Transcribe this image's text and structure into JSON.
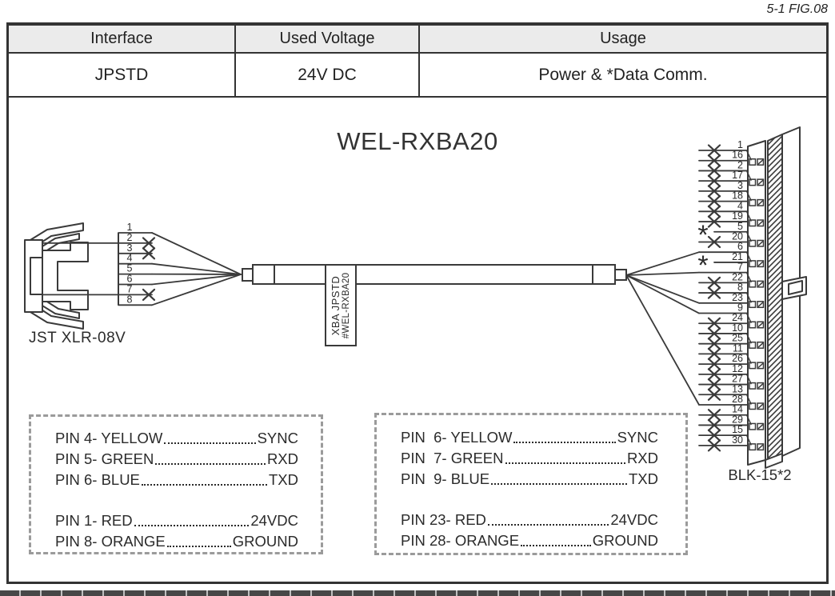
{
  "fig_label": "5-1 FIG.08",
  "header_table": {
    "columns": [
      "Interface",
      "Used Voltage",
      "Usage"
    ],
    "values": [
      "JPSTD",
      "24V DC",
      "Power & *Data Comm."
    ]
  },
  "title": "WEL-RXBA20",
  "left_connector": {
    "label": "JST XLR-08V",
    "pins": [
      {
        "n": "1",
        "state": "connected"
      },
      {
        "n": "2",
        "state": "nc"
      },
      {
        "n": "3",
        "state": "nc"
      },
      {
        "n": "4",
        "state": "connected"
      },
      {
        "n": "5",
        "state": "connected"
      },
      {
        "n": "6",
        "state": "connected"
      },
      {
        "n": "7",
        "state": "nc"
      },
      {
        "n": "8",
        "state": "connected"
      }
    ]
  },
  "cable_label": {
    "line1": "XBA JPSTD",
    "line2": "#WEL-RXBA20"
  },
  "right_connector": {
    "label": "BLK-15*2",
    "pins": [
      {
        "n": "1",
        "state": "nc"
      },
      {
        "n": "16",
        "state": "nc"
      },
      {
        "n": "2",
        "state": "nc"
      },
      {
        "n": "17",
        "state": "nc"
      },
      {
        "n": "3",
        "state": "nc"
      },
      {
        "n": "18",
        "state": "nc"
      },
      {
        "n": "4",
        "state": "nc"
      },
      {
        "n": "19",
        "state": "nc"
      },
      {
        "n": "5",
        "state": "star"
      },
      {
        "n": "20",
        "state": "nc"
      },
      {
        "n": "6",
        "state": "connected"
      },
      {
        "n": "21",
        "state": "star"
      },
      {
        "n": "7",
        "state": "connected"
      },
      {
        "n": "22",
        "state": "nc"
      },
      {
        "n": "8",
        "state": "nc"
      },
      {
        "n": "23",
        "state": "connected"
      },
      {
        "n": "9",
        "state": "connected"
      },
      {
        "n": "24",
        "state": "nc"
      },
      {
        "n": "10",
        "state": "nc"
      },
      {
        "n": "25",
        "state": "nc"
      },
      {
        "n": "11",
        "state": "nc"
      },
      {
        "n": "26",
        "state": "nc"
      },
      {
        "n": "12",
        "state": "nc"
      },
      {
        "n": "27",
        "state": "nc"
      },
      {
        "n": "13",
        "state": "nc"
      },
      {
        "n": "28",
        "state": "connected"
      },
      {
        "n": "14",
        "state": "nc"
      },
      {
        "n": "29",
        "state": "nc"
      },
      {
        "n": "15",
        "state": "nc"
      },
      {
        "n": "30",
        "state": "nc"
      }
    ]
  },
  "star_glyph": "*",
  "pin_tables": {
    "left_rows": [
      {
        "label": "PIN 4- YELLOW",
        "signal": "SYNC",
        "group": 1
      },
      {
        "label": "PIN 5- GREEN",
        "signal": "RXD",
        "group": 1
      },
      {
        "label": "PIN 6- BLUE",
        "signal": "TXD",
        "group": 1
      },
      {
        "label": "PIN 1- RED",
        "signal": "24VDC",
        "group": 2
      },
      {
        "label": "PIN 8- ORANGE",
        "signal": "GROUND",
        "group": 2
      }
    ],
    "right_rows": [
      {
        "label": "PIN  6- YELLOW",
        "signal": "SYNC",
        "group": 1
      },
      {
        "label": "PIN  7- GREEN",
        "signal": "RXD",
        "group": 1
      },
      {
        "label": "PIN  9- BLUE",
        "signal": "TXD",
        "group": 1
      },
      {
        "label": "PIN 23- RED",
        "signal": "24VDC",
        "group": 2
      },
      {
        "label": "PIN 28- ORANGE",
        "signal": "GROUND",
        "group": 2
      }
    ]
  },
  "colors": {
    "line": "#3a3a3a",
    "text": "#2b2b2b",
    "header_bg": "#ebebeb"
  }
}
